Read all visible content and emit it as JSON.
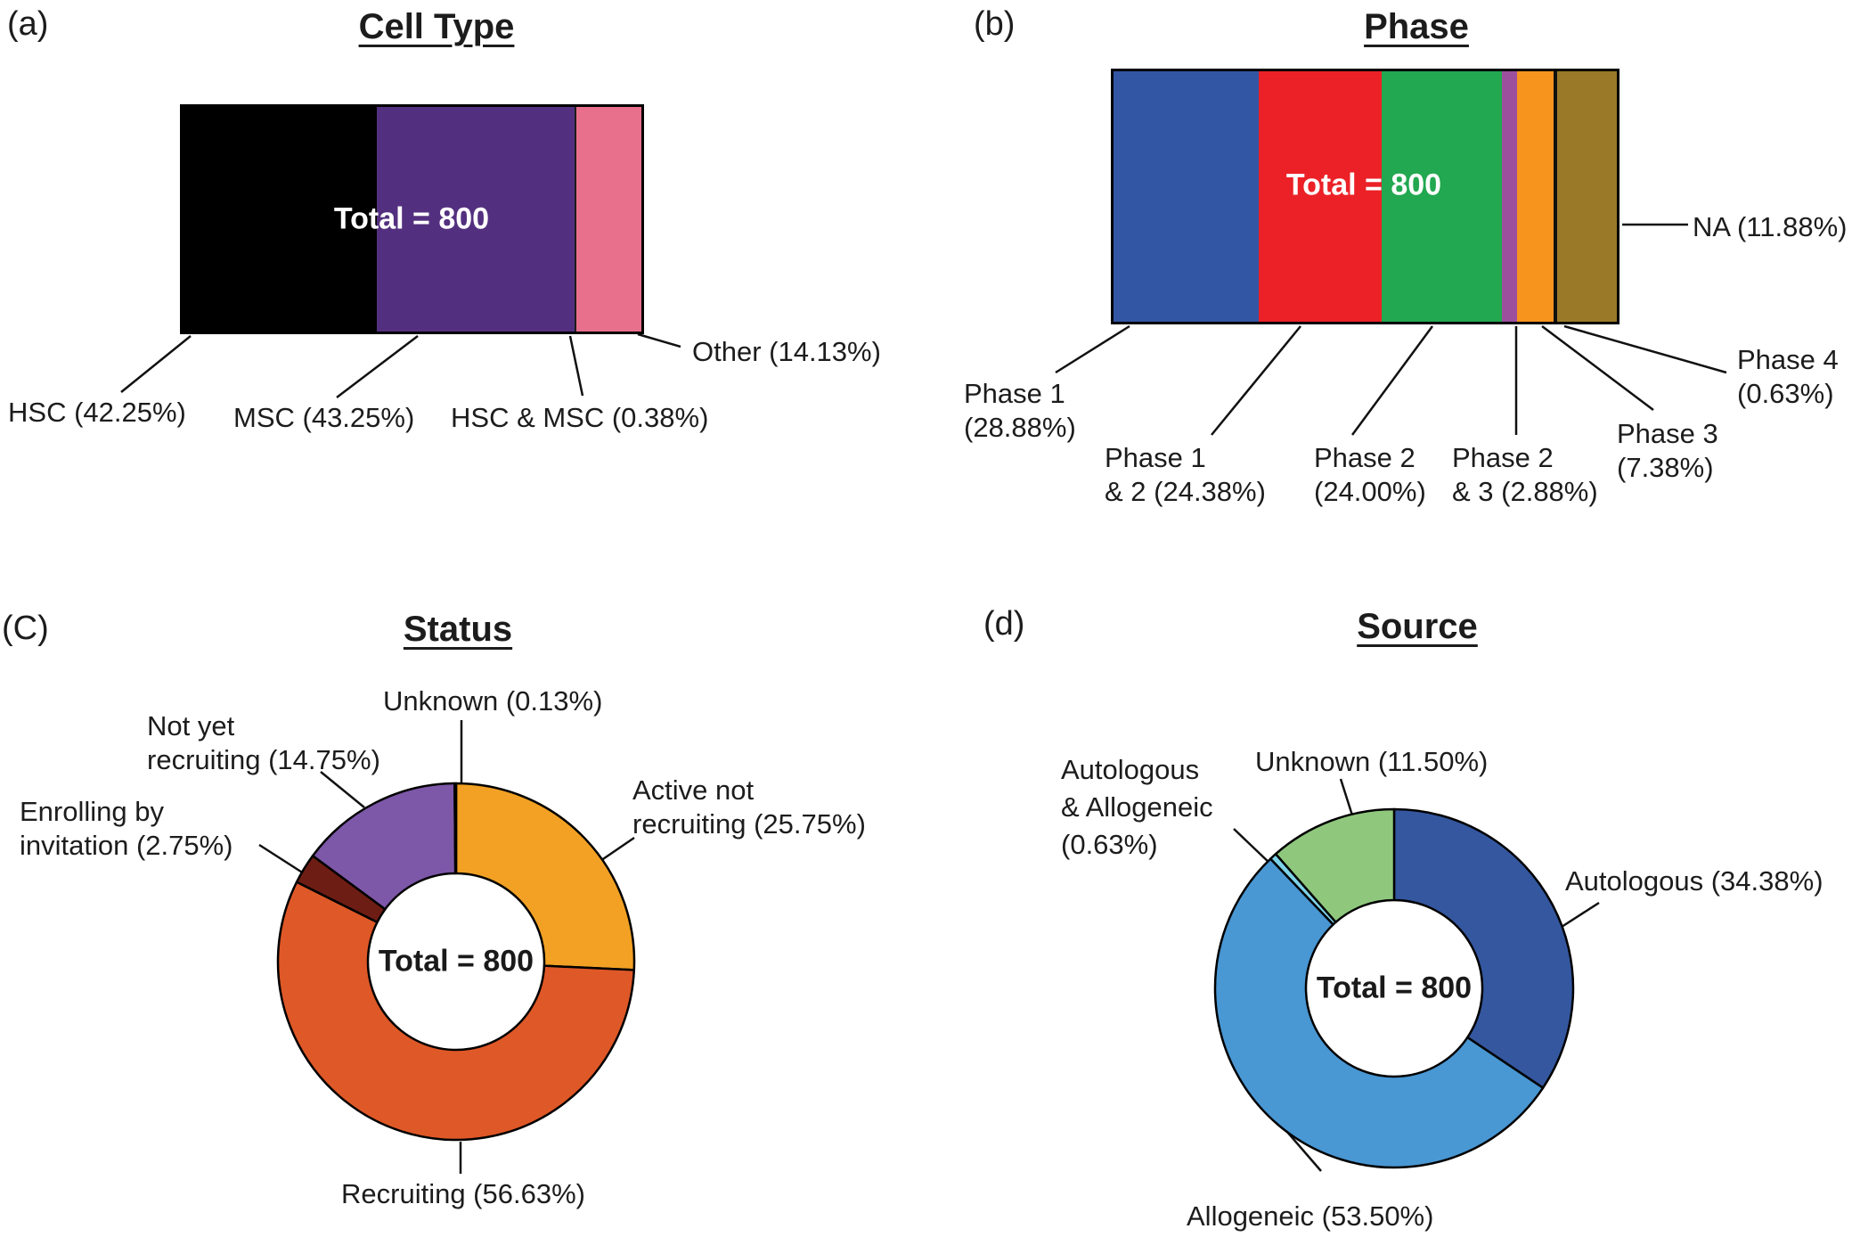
{
  "chart_data": [
    {
      "panel_letter": "(a)",
      "title": "Cell Type",
      "type": "bar",
      "stacked": true,
      "orientation": "horizontal",
      "total": 800,
      "center_label": "Total = 800",
      "unit": "percent",
      "categories": [
        "HSC",
        "MSC",
        "HSC & MSC",
        "Other"
      ],
      "values": [
        42.25,
        43.25,
        0.38,
        14.13
      ],
      "colors": [
        "#000000",
        "#53307f",
        "#1c1c1c",
        "#e8708d"
      ],
      "labels": [
        "HSC (42.25%)",
        "MSC (43.25%)",
        "HSC & MSC (0.38%)",
        "Other (14.13%)"
      ]
    },
    {
      "panel_letter": "(b)",
      "title": "Phase",
      "type": "bar",
      "stacked": true,
      "orientation": "horizontal",
      "total": 800,
      "center_label": "Total = 800",
      "unit": "percent",
      "categories": [
        "Phase 1",
        "Phase 1 & 2",
        "Phase 2",
        "Phase 2 & 3",
        "Phase 3",
        "Phase 4",
        "NA"
      ],
      "values": [
        28.88,
        24.38,
        24.0,
        2.88,
        7.38,
        0.63,
        11.88
      ],
      "colors": [
        "#3356a4",
        "#eb2127",
        "#22a850",
        "#9c4f9d",
        "#f7941e",
        "#111111",
        "#9a7929"
      ],
      "labels": [
        "Phase 1\n(28.88%)",
        "Phase 1\n& 2 (24.38%)",
        "Phase 2\n(24.00%)",
        "Phase 2\n& 3 (2.88%)",
        "Phase 3\n(7.38%)",
        "Phase 4\n(0.63%)",
        "NA (11.88%)"
      ]
    },
    {
      "panel_letter": "(C)",
      "title": "Status",
      "type": "pie",
      "subtype": "donut",
      "start_angle": "top",
      "direction": "clockwise",
      "total": 800,
      "center_label": "Total = 800",
      "unit": "percent",
      "categories": [
        "Active not recruiting",
        "Recruiting",
        "Enrolling by invitation",
        "Not yet recruiting",
        "Unknown"
      ],
      "values": [
        25.75,
        56.63,
        2.75,
        14.75,
        0.13
      ],
      "colors": [
        "#f2a124",
        "#df5827",
        "#6e1d14",
        "#7d57a8",
        "#9e9e9e"
      ],
      "labels": [
        "Active not\nrecruiting (25.75%)",
        "Recruiting (56.63%)",
        "Enrolling by\ninvitation (2.75%)",
        "Not yet\nrecruiting (14.75%)",
        "Unknown (0.13%)"
      ]
    },
    {
      "panel_letter": "(d)",
      "title": "Source",
      "type": "pie",
      "subtype": "donut",
      "start_angle": "top",
      "direction": "clockwise",
      "total": 800,
      "center_label": "Total = 800",
      "unit": "percent",
      "categories": [
        "Autologous",
        "Allogeneic",
        "Autologous & Allogeneic",
        "Unknown"
      ],
      "values": [
        34.38,
        53.5,
        0.63,
        11.5
      ],
      "colors": [
        "#34579f",
        "#4997d3",
        "#7dd2e8",
        "#8fc87d"
      ],
      "labels": [
        "Autologous (34.38%)",
        "Allogeneic (53.50%)",
        "Autologous\n& Allogeneic\n(0.63%)",
        "Unknown (11.50%)"
      ]
    }
  ]
}
